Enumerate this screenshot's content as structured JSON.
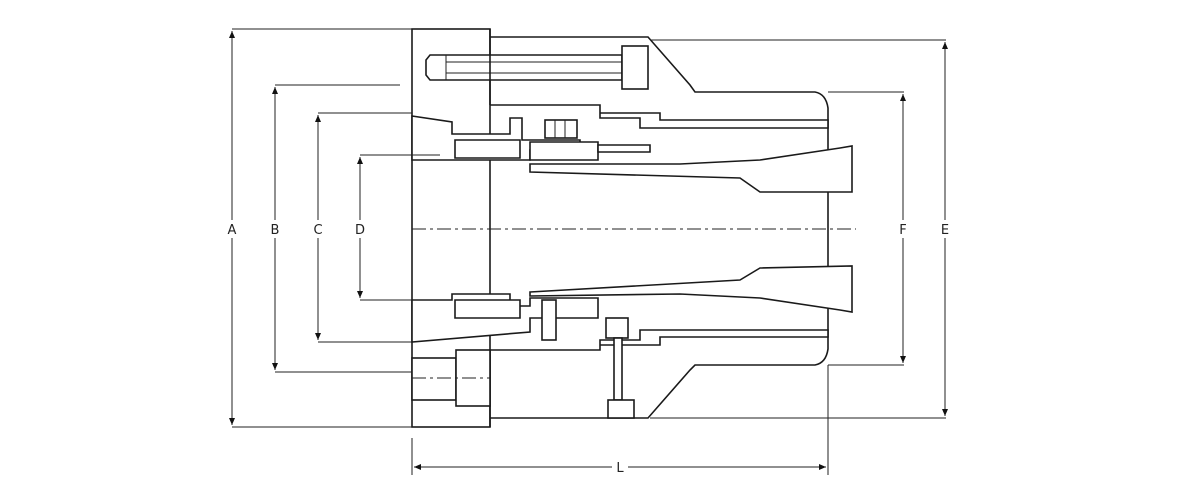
{
  "drawing": {
    "dimension_labels": {
      "A": "A",
      "B": "B",
      "C": "C",
      "D": "D",
      "E": "E",
      "F": "F",
      "L": "L"
    }
  }
}
